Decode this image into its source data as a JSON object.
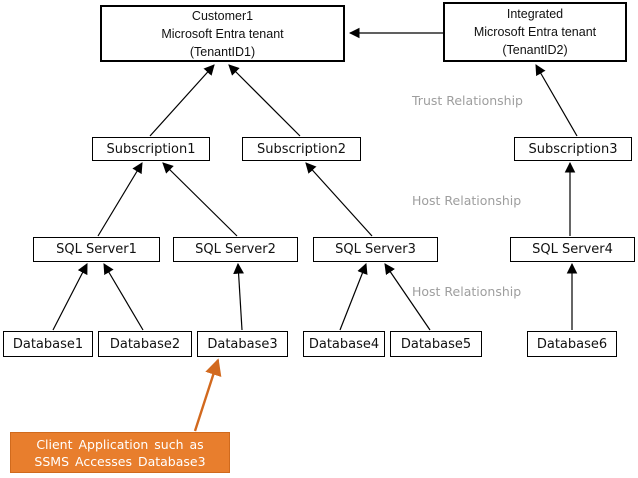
{
  "diagram": {
    "nodes": {
      "customer_tenant": {
        "line1": "Customer1",
        "line2": "Microsoft Entra tenant",
        "line3": "(TenantID1)"
      },
      "integrated_tenant": {
        "line1": "Integrated",
        "line2": "Microsoft Entra tenant",
        "line3": "(TenantID2)"
      },
      "subscription1": {
        "label": "Subscription1"
      },
      "subscription2": {
        "label": "Subscription2"
      },
      "subscription3": {
        "label": "Subscription3"
      },
      "sql_server1": {
        "label": "SQL Server1"
      },
      "sql_server2": {
        "label": "SQL Server2"
      },
      "sql_server3": {
        "label": "SQL Server3"
      },
      "sql_server4": {
        "label": "SQL Server4"
      },
      "database1": {
        "label": "Database1"
      },
      "database2": {
        "label": "Database2"
      },
      "database3": {
        "label": "Database3"
      },
      "database4": {
        "label": "Database4"
      },
      "database5": {
        "label": "Database5"
      },
      "database6": {
        "label": "Database6"
      }
    },
    "edge_labels": {
      "trust": "Trust Relationship",
      "host_upper": "Host Relationship",
      "host_lower": "Host Relationship"
    },
    "callout": {
      "line1": "Client Application such as",
      "line2": "SSMS Accesses Database3"
    },
    "colors": {
      "background": "#ffffff",
      "box_border": "#000000",
      "connector": "#000000",
      "relationship_label": "#9e9e9e",
      "callout_fill": "#e87e2d",
      "callout_border": "#d06a1d",
      "callout_text": "#ffffff",
      "callout_arrow": "#d2691e"
    }
  }
}
